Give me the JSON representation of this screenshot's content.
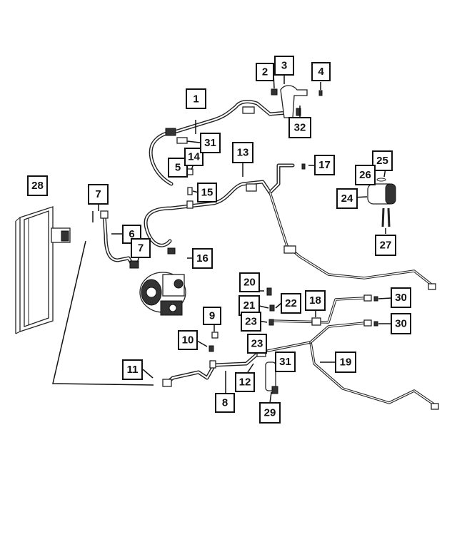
{
  "callouts": [
    {
      "id": "c1",
      "label": "1"
    },
    {
      "id": "c2",
      "label": "2"
    },
    {
      "id": "c3",
      "label": "3"
    },
    {
      "id": "c4",
      "label": "4"
    },
    {
      "id": "c5",
      "label": "5"
    },
    {
      "id": "c6",
      "label": "6"
    },
    {
      "id": "c7a",
      "label": "7"
    },
    {
      "id": "c7b",
      "label": "7"
    },
    {
      "id": "c8",
      "label": "8"
    },
    {
      "id": "c9",
      "label": "9"
    },
    {
      "id": "c10",
      "label": "10"
    },
    {
      "id": "c11",
      "label": "11"
    },
    {
      "id": "c12",
      "label": "12"
    },
    {
      "id": "c13",
      "label": "13"
    },
    {
      "id": "c14",
      "label": "14"
    },
    {
      "id": "c15",
      "label": "15"
    },
    {
      "id": "c16",
      "label": "16"
    },
    {
      "id": "c17",
      "label": "17"
    },
    {
      "id": "c18",
      "label": "18"
    },
    {
      "id": "c19",
      "label": "19"
    },
    {
      "id": "c20",
      "label": "20"
    },
    {
      "id": "c21",
      "label": "21"
    },
    {
      "id": "c22",
      "label": "22"
    },
    {
      "id": "c23a",
      "label": "23"
    },
    {
      "id": "c23b",
      "label": "23"
    },
    {
      "id": "c24",
      "label": "24"
    },
    {
      "id": "c25",
      "label": "25"
    },
    {
      "id": "c26",
      "label": "26"
    },
    {
      "id": "c27",
      "label": "27"
    },
    {
      "id": "c28",
      "label": "28"
    },
    {
      "id": "c29",
      "label": "29"
    },
    {
      "id": "c30a",
      "label": "30"
    },
    {
      "id": "c30b",
      "label": "30"
    },
    {
      "id": "c31a",
      "label": "31"
    },
    {
      "id": "c31b",
      "label": "31"
    },
    {
      "id": "c32",
      "label": "32"
    }
  ]
}
